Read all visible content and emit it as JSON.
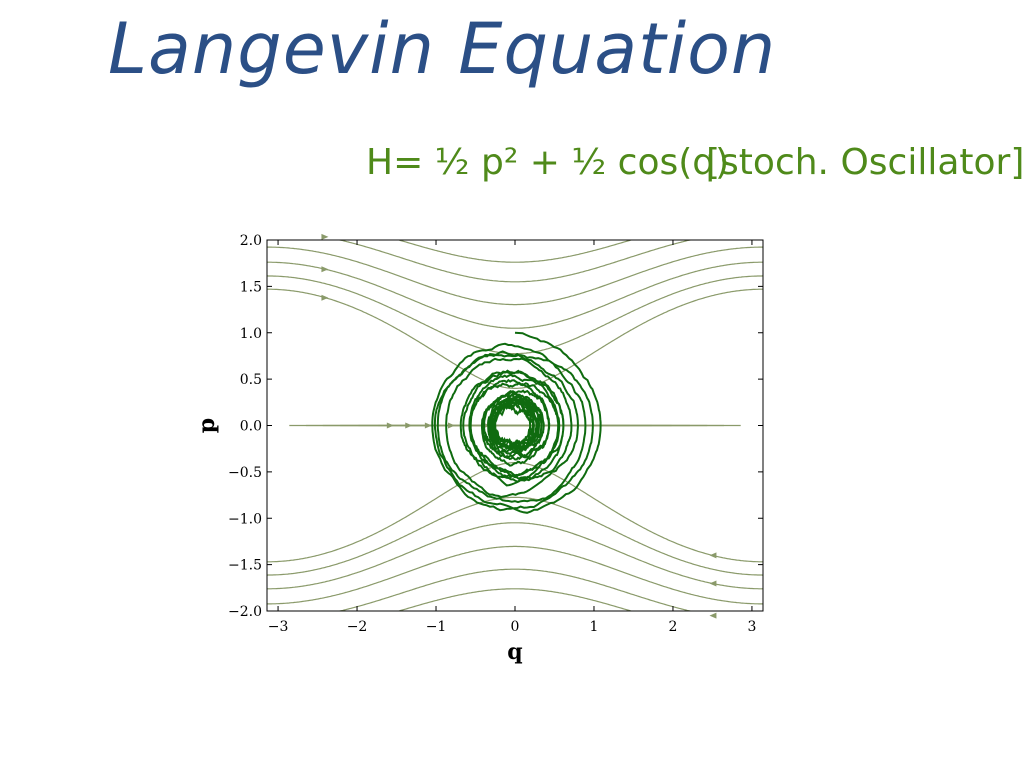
{
  "slide": {
    "title": "Langevin Equation",
    "formula": "H= ½ p² + ½ cos(q)",
    "tag": "[stoch. Oscillator]"
  },
  "chart_data": {
    "type": "streamplot",
    "xlabel": "q",
    "ylabel": "p",
    "xlim": [
      -3.14,
      3.14
    ],
    "ylim": [
      -2.0,
      2.0
    ],
    "xticks": [
      -3,
      -2,
      -1,
      0,
      1,
      2,
      3
    ],
    "yticks": [
      -2.0,
      -1.5,
      -1.0,
      -0.5,
      0.0,
      0.5,
      1.0,
      1.5,
      2.0
    ],
    "xtick_labels": [
      "−3",
      "−2",
      "−1",
      "0",
      "1",
      "2",
      "3"
    ],
    "ytick_labels": [
      "−2.0",
      "−1.5",
      "−1.0",
      "−0.5",
      "0.0",
      "0.5",
      "1.0",
      "1.5",
      "2.0"
    ],
    "grid": false,
    "stream_color": "#8a9a6a",
    "trajectory_color": "#0f6b0f",
    "trajectory": {
      "start": [
        0.0,
        1.0
      ],
      "end": [
        0.0,
        0.0
      ],
      "description_hidden": true
    }
  }
}
